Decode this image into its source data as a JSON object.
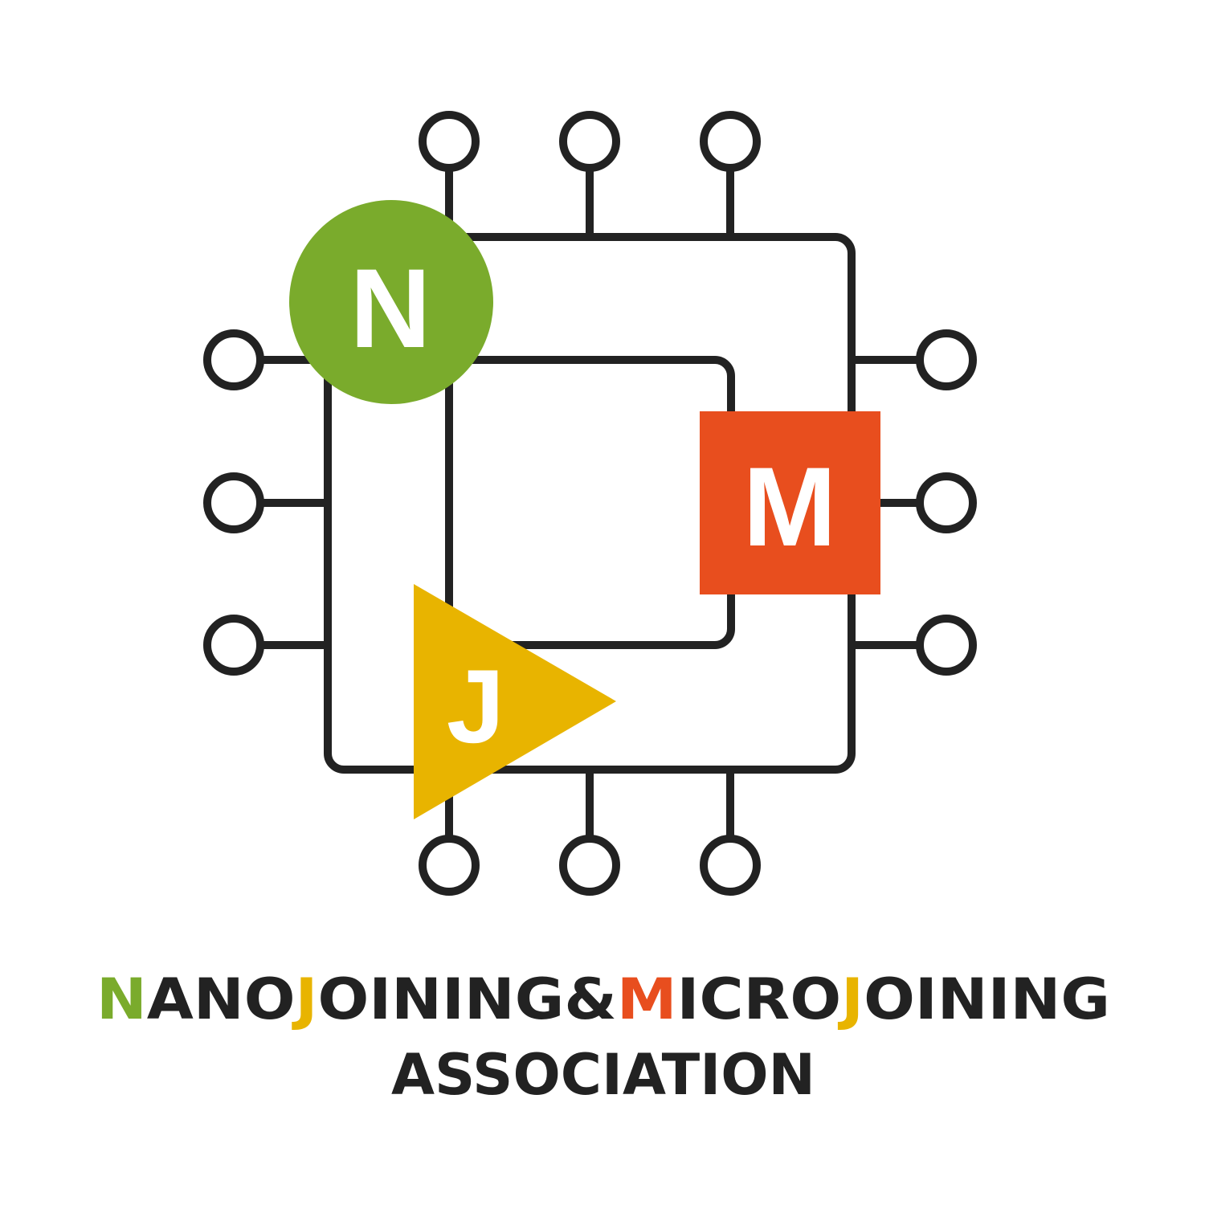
{
  "logo": {
    "badges": {
      "n": "N",
      "m": "M",
      "j": "J"
    },
    "line1": [
      {
        "text": "N",
        "color": "#7aab2c"
      },
      {
        "text": "ANO",
        "color": "#222222"
      },
      {
        "text": "J",
        "color": "#e8b400"
      },
      {
        "text": "OINING",
        "color": "#222222"
      },
      {
        "text": "&",
        "color": "#222222"
      },
      {
        "text": "M",
        "color": "#e84e1e"
      },
      {
        "text": "ICRO",
        "color": "#222222"
      },
      {
        "text": "J",
        "color": "#e8b400"
      },
      {
        "text": "OINING",
        "color": "#222222"
      }
    ],
    "line2": "ASSOCIATION",
    "colors": {
      "green": "#7aab2c",
      "red": "#e84e1e",
      "yellow": "#e8b400",
      "ink": "#222222"
    }
  }
}
